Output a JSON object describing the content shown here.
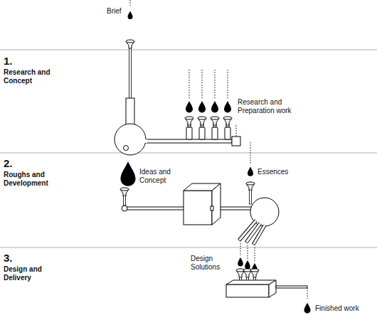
{
  "diagram": {
    "labels": [
      "Brief",
      "1.",
      "Research and Concept",
      "Research and Preparation work",
      "2.",
      "Roughs and Development",
      "Ideas and Concept",
      "Essences",
      "3.",
      "Design and Delivery",
      "Design Solutions",
      "Finished work"
    ]
  }
}
